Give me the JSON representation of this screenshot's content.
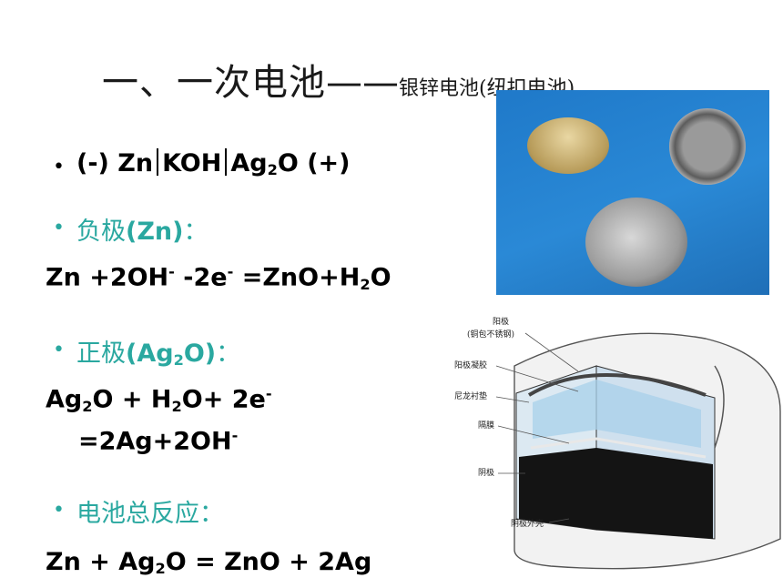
{
  "title": {
    "main": "一、一次电池",
    "dash": "——",
    "sub": "银锌电池(纽扣电池)"
  },
  "cell_notation": {
    "bullet": "•",
    "text_a": "(-) Zn",
    "text_b": "KOH",
    "text_c": "Ag",
    "sub": "2",
    "text_d": "O (+)"
  },
  "negative": {
    "bullet": "•",
    "label": "负极",
    "formula": "(Zn)",
    "colon": "：",
    "equation": {
      "a": "Zn +2OH",
      "sup1": "-",
      "b": " -2e",
      "sup2": "-",
      "c": " =ZnO+H",
      "sub": "2",
      "d": "O"
    }
  },
  "positive": {
    "bullet": "•",
    "label": "正极",
    "formula_a": "(Ag",
    "formula_sub": "2",
    "formula_b": "O)",
    "colon": "：",
    "equation_line1": {
      "a": "Ag",
      "sub1": "2",
      "b": "O + H",
      "sub2": "2",
      "c": "O+ 2e",
      "sup": "-"
    },
    "equation_line2": {
      "a": "=2Ag+2OH",
      "sup": "-"
    }
  },
  "overall": {
    "bullet": "•",
    "label": "电池总反应：",
    "equation": {
      "a": "Zn + Ag",
      "sub": "2",
      "b": "O = ZnO + 2Ag"
    }
  },
  "diagram": {
    "labels": {
      "anode": "阳极",
      "anode_note": "(铜包不锈钢)",
      "anode_gel": "阳极凝胶",
      "nylon_gasket": "尼龙衬垫",
      "separator": "隔膜",
      "cathode": "阴极",
      "cathode_case": "阴极外壳"
    }
  },
  "colors": {
    "accent": "#2aa8a0",
    "photo_bg": "#2a89d6"
  }
}
